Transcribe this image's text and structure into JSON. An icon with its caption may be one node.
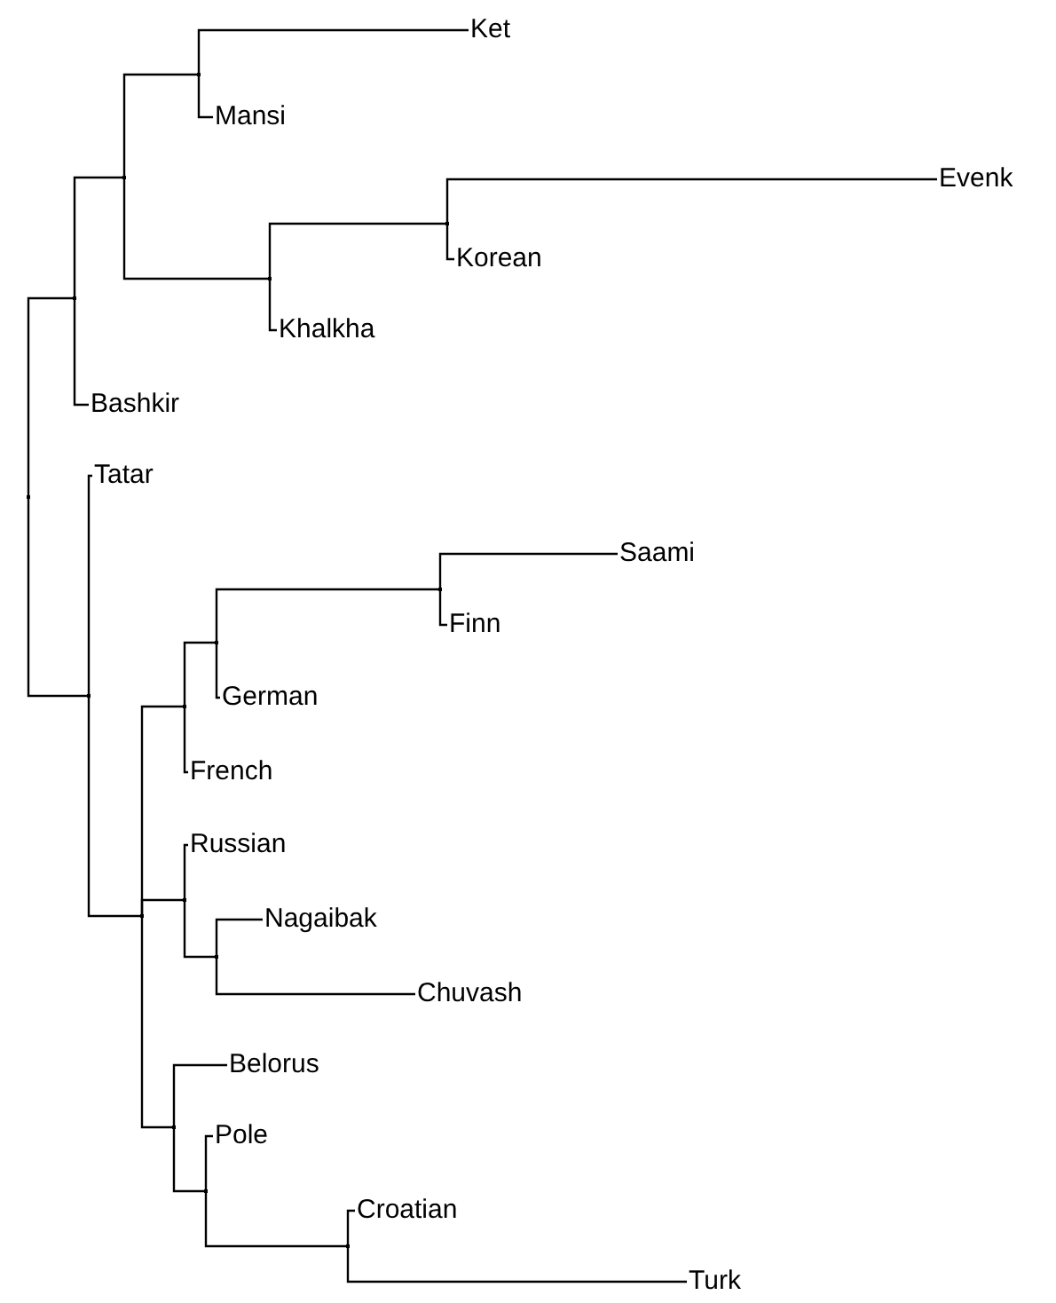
{
  "diagram": {
    "nodes": [
      {
        "text": [
          "Ket"
        ]
      },
      {
        "text": [
          "Mansi"
        ]
      },
      {
        "text": [
          "Evenk"
        ]
      },
      {
        "text": [
          "Korean"
        ]
      },
      {
        "text": [
          "Khalkha"
        ]
      },
      {
        "text": [
          "Bashkir"
        ]
      },
      {
        "text": [
          "Tatar"
        ]
      },
      {
        "text": [
          "Saami"
        ]
      },
      {
        "text": [
          "Finn"
        ]
      },
      {
        "text": [
          "German"
        ]
      },
      {
        "text": [
          "French"
        ]
      },
      {
        "text": [
          "Russian"
        ]
      },
      {
        "text": [
          "Nagaibak"
        ]
      },
      {
        "text": [
          "Chuvash"
        ]
      },
      {
        "text": [
          "Belorus"
        ]
      },
      {
        "text": [
          "Pole"
        ]
      },
      {
        "text": [
          "Croatian"
        ]
      },
      {
        "text": [
          "Turk"
        ]
      },
      {
        "text": [],
        "shape": "point"
      },
      {
        "text": [],
        "shape": "point"
      },
      {
        "text": [],
        "shape": "point"
      },
      {
        "text": [],
        "shape": "point"
      },
      {
        "text": [],
        "shape": "point"
      },
      {
        "text": [],
        "shape": "point"
      },
      {
        "text": [],
        "shape": "point"
      },
      {
        "text": [],
        "shape": "point"
      },
      {
        "text": [],
        "shape": "point"
      },
      {
        "text": [],
        "shape": "point"
      },
      {
        "text": [],
        "shape": "point"
      },
      {
        "text": [],
        "shape": "point"
      },
      {
        "text": [],
        "shape": "point"
      },
      {
        "text": [],
        "shape": "point"
      },
      {
        "text": [],
        "shape": "point"
      },
      {
        "text": [],
        "shape": "point"
      }
    ],
    "edges": [
      {
        "from": 18,
        "to": 19,
        "arrow": "none"
      },
      {
        "from": 18,
        "to": 24,
        "arrow": "none"
      },
      {
        "from": 19,
        "to": 20,
        "arrow": "none"
      },
      {
        "from": 19,
        "to": 5,
        "arrow": "none"
      },
      {
        "from": 20,
        "to": 21,
        "arrow": "none"
      },
      {
        "from": 20,
        "to": 22,
        "arrow": "none"
      },
      {
        "from": 21,
        "to": 0,
        "arrow": "none"
      },
      {
        "from": 21,
        "to": 1,
        "arrow": "none"
      },
      {
        "from": 22,
        "to": 23,
        "arrow": "none"
      },
      {
        "from": 22,
        "to": 4,
        "arrow": "none"
      },
      {
        "from": 23,
        "to": 2,
        "arrow": "none"
      },
      {
        "from": 23,
        "to": 3,
        "arrow": "none"
      },
      {
        "from": 24,
        "to": 6,
        "arrow": "none"
      },
      {
        "from": 24,
        "to": 25,
        "arrow": "none"
      },
      {
        "from": 25,
        "to": 26,
        "arrow": "none"
      },
      {
        "from": 25,
        "to": 29,
        "arrow": "none"
      },
      {
        "from": 25,
        "to": 31,
        "arrow": "none"
      },
      {
        "from": 26,
        "to": 27,
        "arrow": "none"
      },
      {
        "from": 26,
        "to": 10,
        "arrow": "none"
      },
      {
        "from": 27,
        "to": 28,
        "arrow": "none"
      },
      {
        "from": 27,
        "to": 9,
        "arrow": "none"
      },
      {
        "from": 28,
        "to": 7,
        "arrow": "none"
      },
      {
        "from": 28,
        "to": 8,
        "arrow": "none"
      },
      {
        "from": 29,
        "to": 11,
        "arrow": "none"
      },
      {
        "from": 29,
        "to": 30,
        "arrow": "none"
      },
      {
        "from": 30,
        "to": 12,
        "arrow": "none"
      },
      {
        "from": 30,
        "to": 13,
        "arrow": "none"
      },
      {
        "from": 31,
        "to": 14,
        "arrow": "none"
      },
      {
        "from": 31,
        "to": 32,
        "arrow": "none"
      },
      {
        "from": 32,
        "to": 15,
        "arrow": "none"
      },
      {
        "from": 32,
        "to": 33,
        "arrow": "none"
      },
      {
        "from": 33,
        "to": 16,
        "arrow": "none"
      },
      {
        "from": 33,
        "to": 17,
        "arrow": "none"
      }
    ]
  }
}
